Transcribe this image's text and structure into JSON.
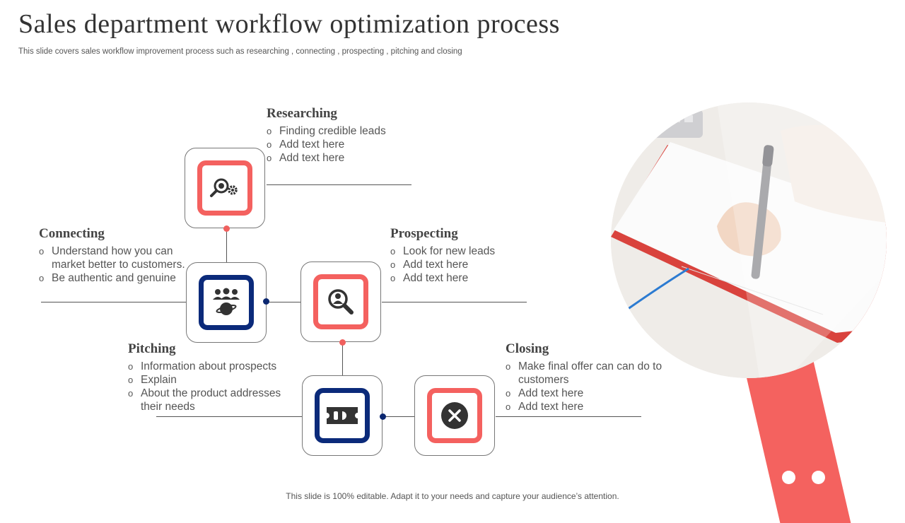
{
  "title": "Sales department workflow optimization process",
  "subtitle": "This slide covers sales workflow improvement process such as researching , connecting , prospecting , pitching and closing",
  "footer": "This slide is 100% editable. Adapt it to your needs and capture your audience’s attention.",
  "colors": {
    "accent_red": "#f4615f",
    "accent_blue": "#0b2a7a",
    "line": "#555555"
  },
  "steps": {
    "researching": {
      "heading": "Researching",
      "icon": "search-gear-icon",
      "items": [
        "Finding credible leads",
        "Add text here",
        "Add text here"
      ]
    },
    "connecting": {
      "heading": "Connecting",
      "icon": "team-network-icon",
      "items": [
        "Understand  how you can market better to customers.",
        "Be authentic  and genuine"
      ]
    },
    "prospecting": {
      "heading": "Prospecting",
      "icon": "person-search-icon",
      "items": [
        "Look for new leads",
        "Add text here",
        "Add text here"
      ]
    },
    "pitching": {
      "heading": "Pitching",
      "icon": "ticket-icon",
      "items": [
        "Information  about prospects",
        "Explain",
        "About the product addresses their needs"
      ]
    },
    "closing": {
      "heading": "Closing",
      "icon": "close-circle-icon",
      "items": [
        "Make  final offer can can do  to customers",
        "Add text here",
        "Add text here"
      ]
    }
  }
}
